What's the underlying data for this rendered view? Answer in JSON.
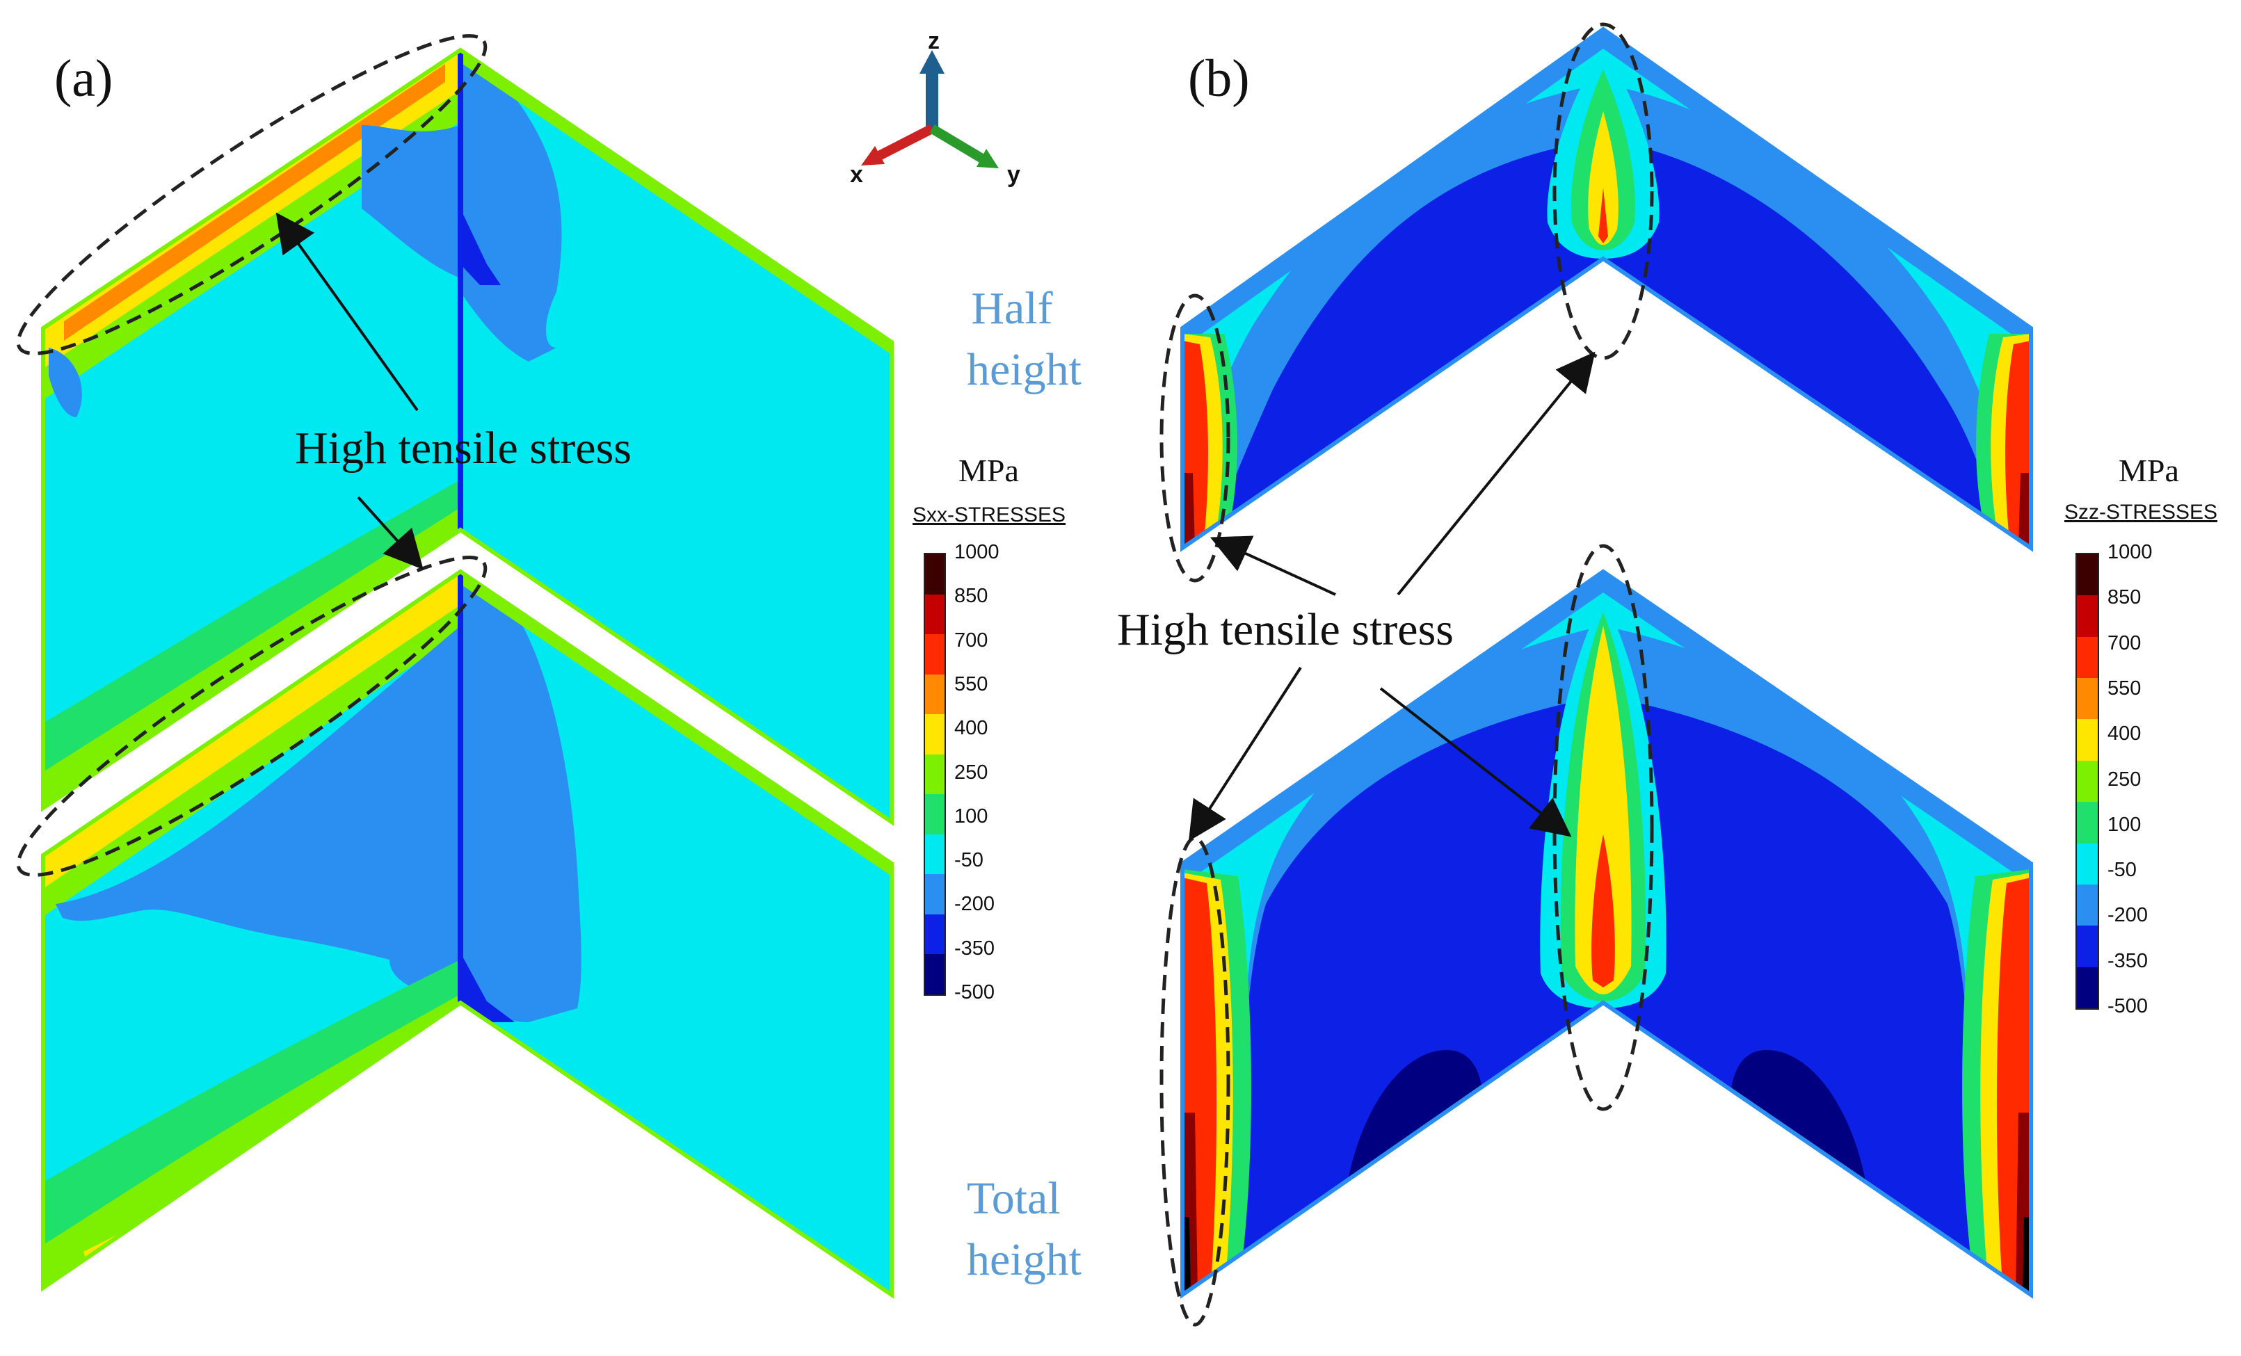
{
  "panels": {
    "a_label": "(a)",
    "b_label": "(b)"
  },
  "annotations": {
    "tensile_a": "High tensile stress",
    "tensile_b": "High tensile stress",
    "half_height_line1": "Half",
    "half_height_line2": "height",
    "total_height_line1": "Total",
    "total_height_line2": "height"
  },
  "axes_triad": {
    "x": "x",
    "y": "y",
    "z": "z"
  },
  "colorbars": {
    "a": {
      "unit": "MPa",
      "variable": "Sxx-STRESSES"
    },
    "b": {
      "unit": "MPa",
      "variable": "Szz-STRESSES"
    },
    "ticks": [
      "1000",
      "850",
      "700",
      "550",
      "400",
      "250",
      "100",
      "-50",
      "-200",
      "-350",
      "-500"
    ],
    "colors": [
      "#3d0000",
      "#c40000",
      "#ff2a00",
      "#ff8a00",
      "#ffe600",
      "#7cf000",
      "#1fe06a",
      "#00e8f0",
      "#2a8ff0",
      "#0c20e6",
      "#000080"
    ]
  },
  "colors": {
    "cyan": "#00e8f0",
    "blue": "#2a8ff0",
    "deep_blue": "#0c20e6",
    "navy": "#000080",
    "green": "#7cf000",
    "yellow": "#ffe600",
    "orange": "#ff8a00",
    "red": "#ff2a00",
    "dark_red": "#8b0000",
    "label_blue": "#5b9bd5"
  }
}
